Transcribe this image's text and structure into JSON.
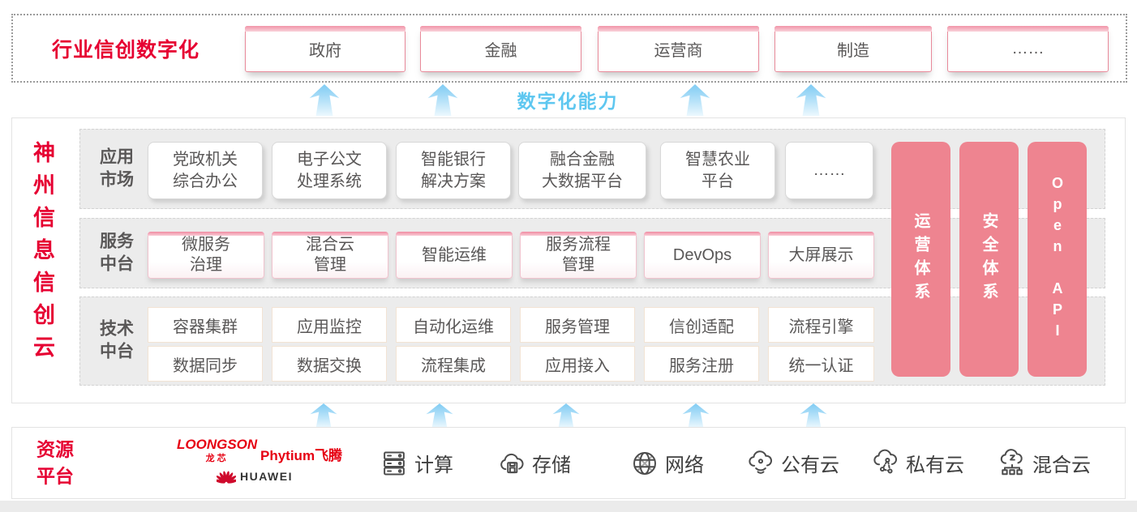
{
  "top_banner": {
    "title": "行业信创数字化",
    "industries": [
      "政府",
      "金融",
      "运营商",
      "制造",
      "……"
    ]
  },
  "capability_label": "数字化能力",
  "platform": {
    "vertical_title": "神州信息信创云",
    "app_row": {
      "label": "应用\n市场",
      "items": [
        "党政机关\n综合办公",
        "电子公文\n处理系统",
        "智能银行\n解决方案",
        "融合金融\n大数据平台",
        "智慧农业\n平台",
        "……"
      ]
    },
    "service_row": {
      "label": "服务\n中台",
      "items": [
        "微服务\n治理",
        "混合云\n管理",
        "智能运维",
        "服务流程\n管理",
        "DevOps",
        "大屏展示"
      ]
    },
    "tech_row": {
      "label": "技术\n中台",
      "row1": [
        "容器集群",
        "应用监控",
        "自动化运维",
        "服务管理",
        "信创适配",
        "流程引擎"
      ],
      "row2": [
        "数据同步",
        "数据交换",
        "流程集成",
        "应用接入",
        "服务注册",
        "统一认证"
      ]
    },
    "pillars": [
      "运营体系",
      "安全体系",
      "Open API"
    ]
  },
  "resources": {
    "label": "资源\n平台",
    "vendors": {
      "loongson": "LOONGSON",
      "loongson_sub": "龙芯",
      "phytium": "Phytium飞腾",
      "huawei": "HUAWEI"
    },
    "items": [
      {
        "icon": "compute-icon",
        "label": "计算"
      },
      {
        "icon": "storage-icon",
        "label": "存储"
      },
      {
        "icon": "network-icon",
        "label": "网络"
      },
      {
        "icon": "public-cloud-icon",
        "label": "公有云"
      },
      {
        "icon": "private-cloud-icon",
        "label": "私有云"
      },
      {
        "icon": "hybrid-cloud-icon",
        "label": "混合云"
      }
    ]
  },
  "colors": {
    "accent_red": "#e60032",
    "pillar_pink": "#ee8490",
    "capability_blue": "#5ec7f0",
    "logo_red": "#e60012",
    "band_gray": "#ececec"
  }
}
